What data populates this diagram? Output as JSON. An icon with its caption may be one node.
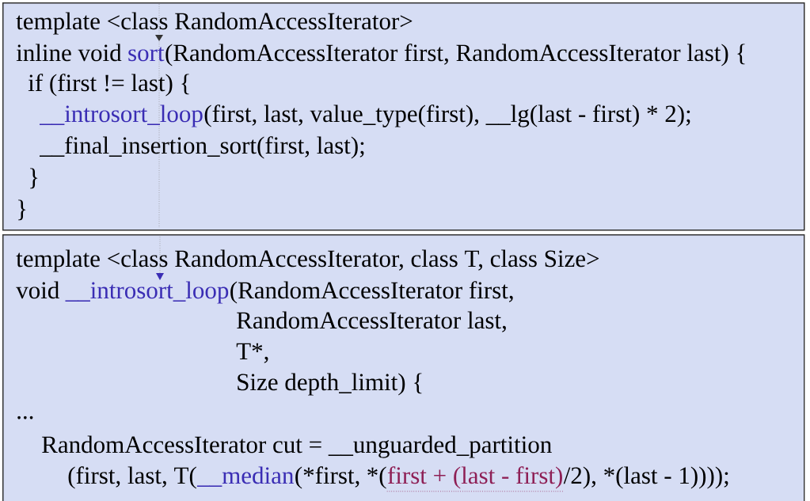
{
  "diagram": {
    "nodes": [
      {
        "text": [
          "template <class RandomAccessIterator>",
          "inline void",
          "sort",
          "(RandomAccessIterator first, RandomAccessIterator last) {",
          "if (first != last) {",
          "__introsort_loop",
          "(first, last, value_type(first), __lg(last - first) * 2);",
          "__final_insertion_sort(first, last);",
          "}",
          "}"
        ]
      },
      {
        "text": [
          "template <class RandomAccessIterator, class T, class Size>",
          "void",
          "__introsort_loop",
          "(RandomAccessIterator first,",
          "RandomAccessIterator last,",
          "T*,",
          "Size depth_limit) {",
          "...",
          "RandomAccessIterator cut = __unguarded_partition",
          "(first, last, T(",
          "__median",
          "(*first,",
          "*(",
          "first + (last - first)",
          "/2), *(last - 1))));"
        ]
      }
    ]
  }
}
